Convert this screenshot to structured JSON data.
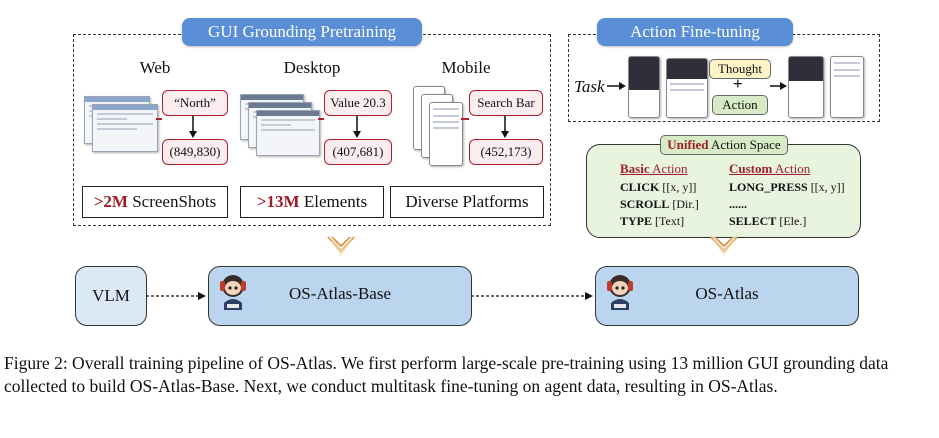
{
  "pretraining": {
    "title": "GUI Grounding Pretraining",
    "web": {
      "header": "Web",
      "query": "“North”",
      "coord": "(849,830)"
    },
    "desktop": {
      "header": "Desktop",
      "query": "Value 20.3",
      "coord": "(407,681)"
    },
    "mobile": {
      "header": "Mobile",
      "query": "Search Bar",
      "coord": "(452,173)"
    },
    "stats": [
      {
        "bold": ">2M",
        "rest": " ScreenShots"
      },
      {
        "bold": ">13M",
        "rest": " Elements"
      },
      {
        "bold": "",
        "rest": "Diverse Platforms"
      }
    ]
  },
  "finetuning": {
    "title": "Action Fine-tuning",
    "task_label": "Task",
    "thought_label": "Thought",
    "plus": "+",
    "action_label": "Action",
    "unified_bold": "Unified",
    "unified_rest": " Action Space",
    "basic_bold": "Basic",
    "basic_rest": " Action",
    "custom_bold": "Custom",
    "custom_rest": " Action",
    "basic_actions": [
      {
        "name": "CLICK",
        "arg": " [[x, y]]"
      },
      {
        "name": "SCROLL",
        "arg": " [Dir.]"
      },
      {
        "name": "TYPE",
        "arg": " [Text]"
      }
    ],
    "custom_actions": [
      {
        "name": "LONG_PRESS",
        "arg": " [[x, y]]"
      },
      {
        "name": "......",
        "arg": ""
      },
      {
        "name": "SELECT",
        "arg": " [Ele.]"
      }
    ]
  },
  "models": {
    "vlm": "VLM",
    "base": "OS-Atlas-Base",
    "final": "OS-Atlas"
  },
  "caption": "Figure 2: Overall training pipeline of OS-Atlas. We first perform large-scale pre-training using 13 million GUI grounding data collected to build OS-Atlas-Base. Next, we conduct multitask fine-tuning on agent data, resulting in OS-Atlas.",
  "colors": {
    "accent": "#5a8ed6",
    "highlight": "#a01e28",
    "model_fill": "#bcd5ee",
    "action_panel": "#e9f4df"
  }
}
